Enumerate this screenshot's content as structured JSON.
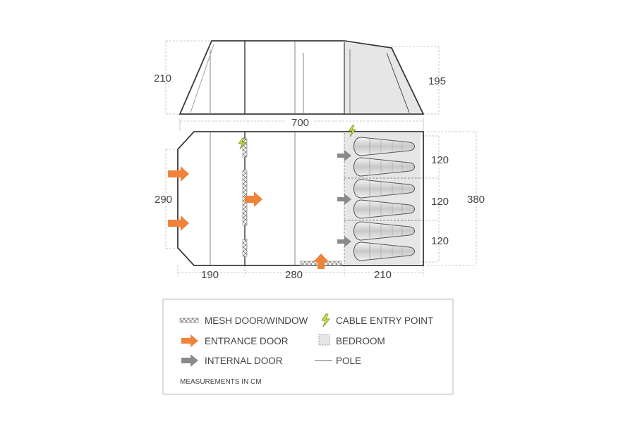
{
  "dimensions": {
    "side_height_left": "210",
    "side_height_right": "195",
    "total_length": "700",
    "floor_width": "290",
    "total_width": "380",
    "bedroom_1": "120",
    "bedroom_2": "120",
    "bedroom_3": "120",
    "section_porch": "190",
    "section_living": "280",
    "section_bedroom": "210"
  },
  "legend": {
    "mesh": "MESH DOOR/WINDOW",
    "cable": "CABLE ENTRY POINT",
    "entrance": "ENTRANCE DOOR",
    "bedroom": "BEDROOM",
    "internal": "INTERNAL DOOR",
    "pole": "POLE",
    "note": "MEASUREMENTS IN CM"
  },
  "colors": {
    "outline": "#3a3a3a",
    "bedroom_fill": "#e6e6e6",
    "entrance_arrow": "#f0833a",
    "internal_arrow": "#8a8a8a",
    "cable_icon": "#9acd32",
    "guide_line": "#bbbbbb"
  }
}
